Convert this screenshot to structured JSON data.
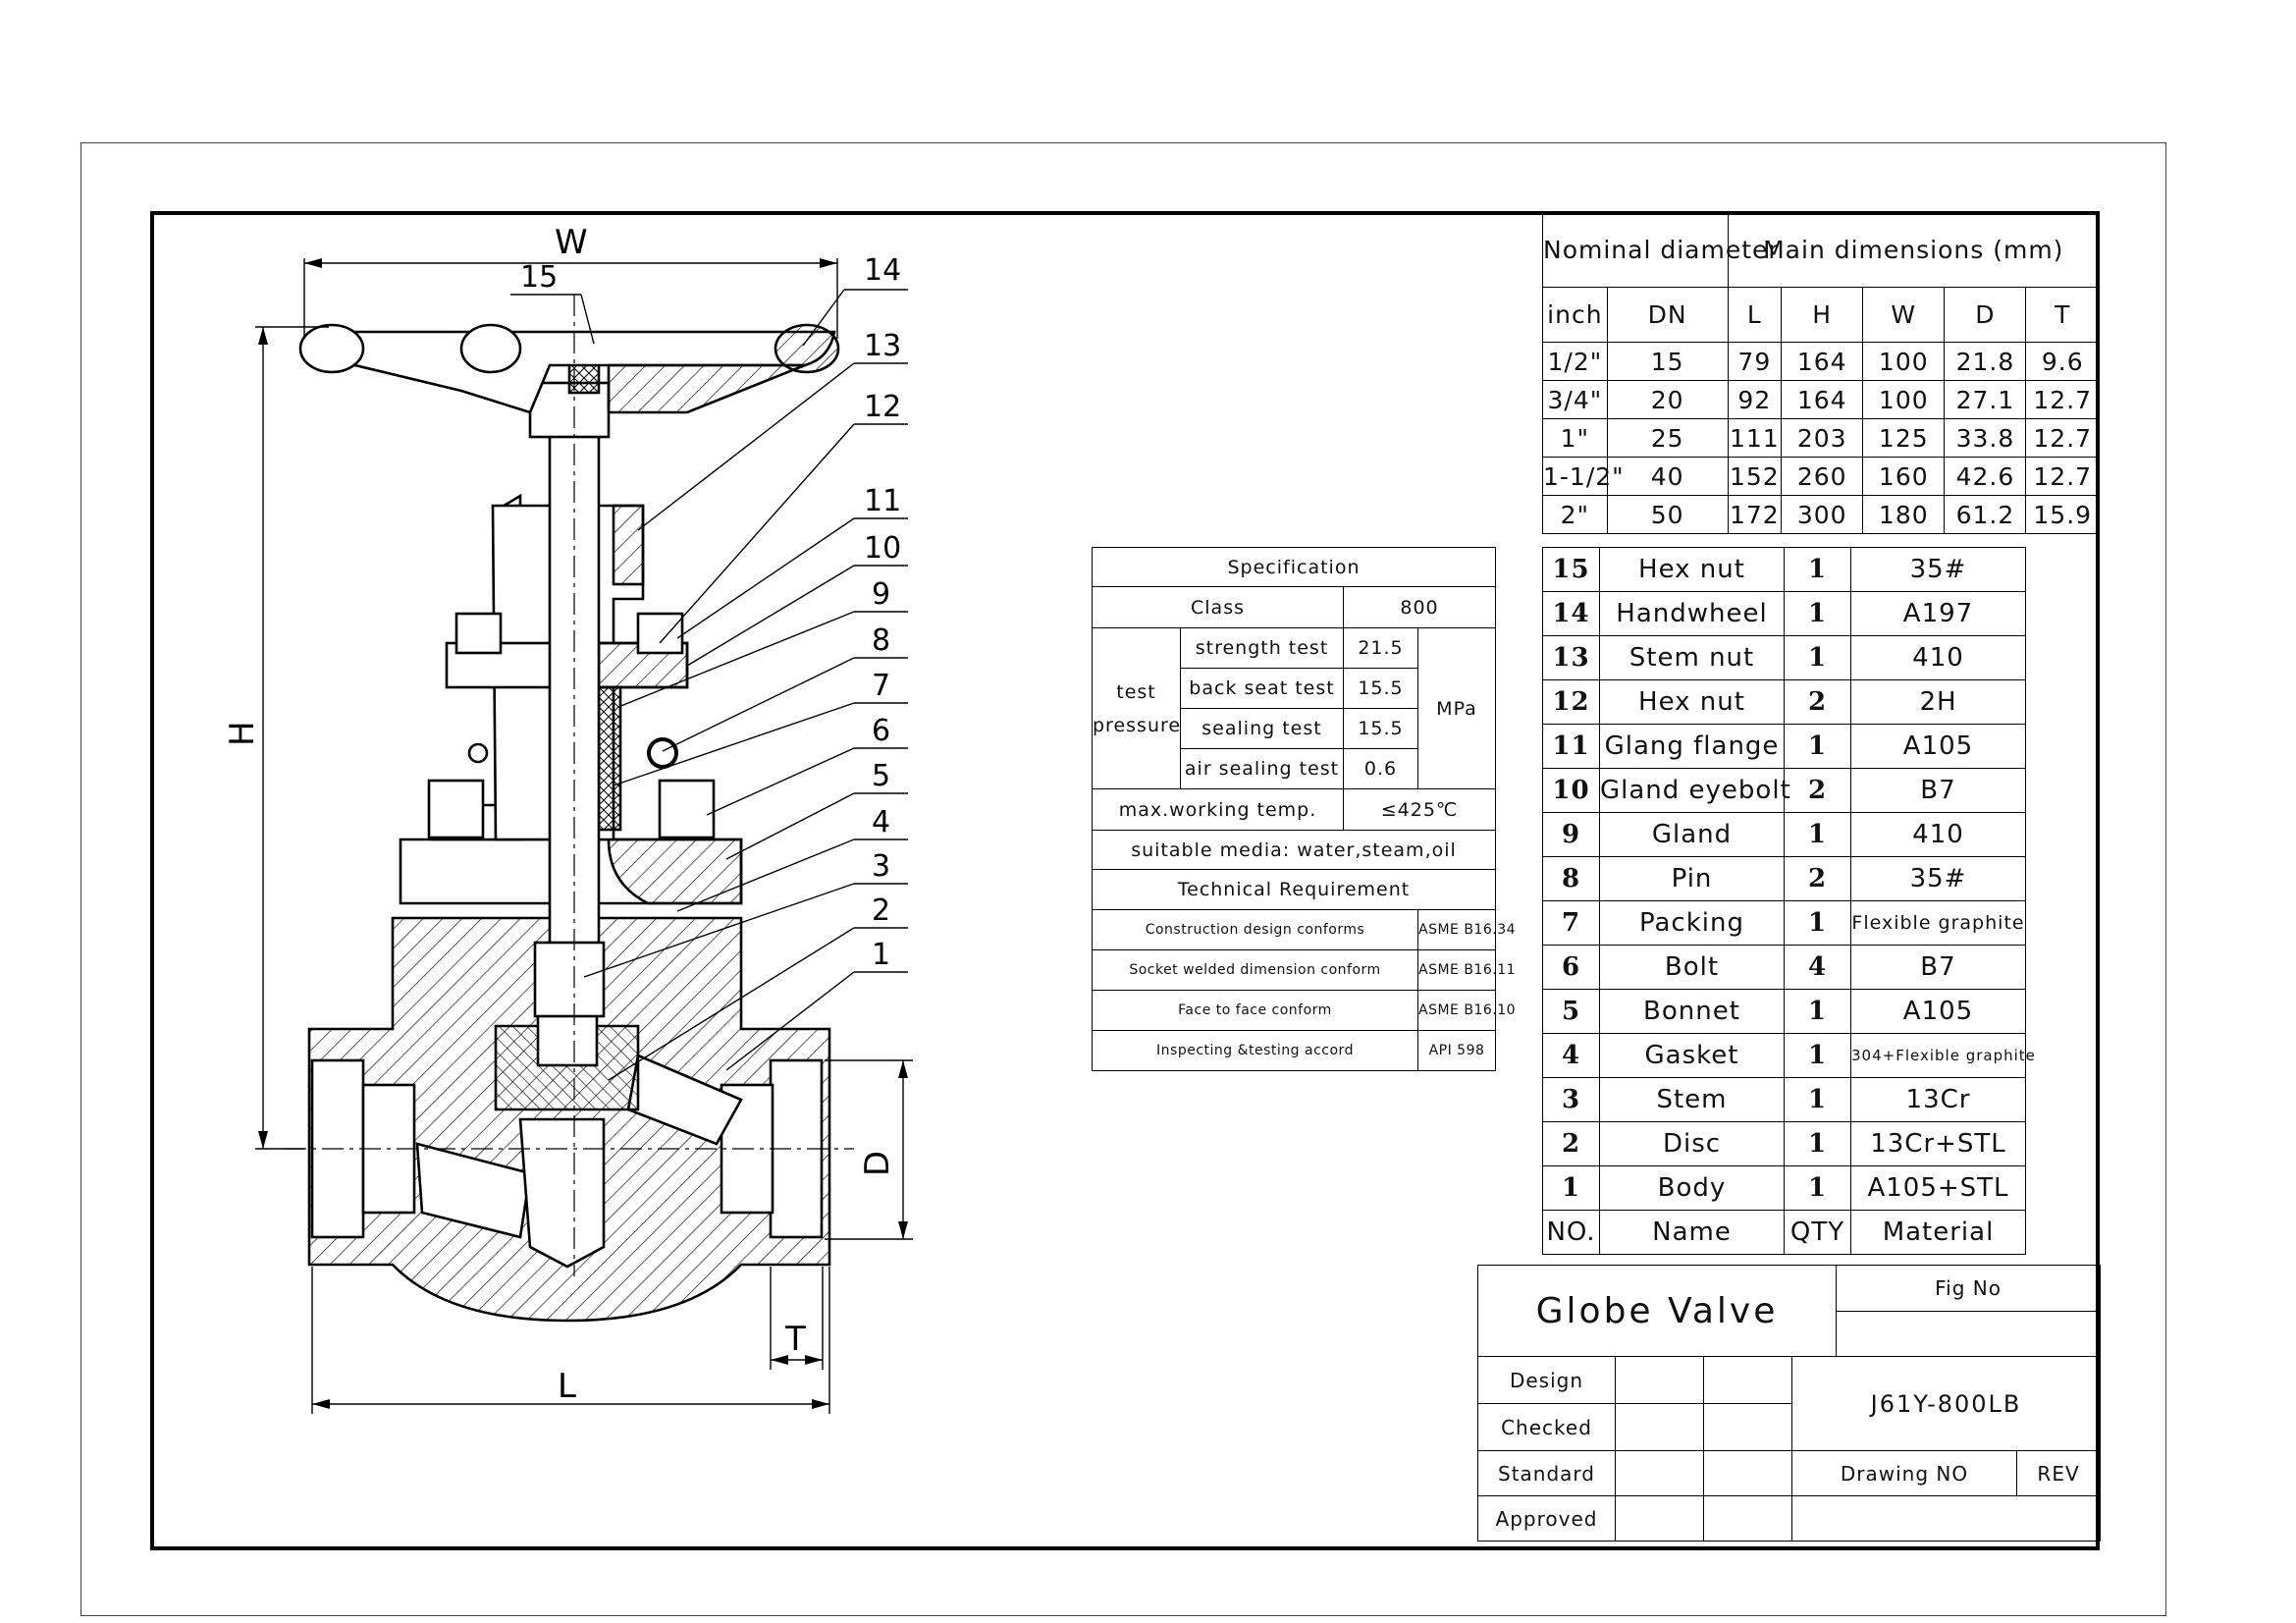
{
  "drawing": {
    "callouts": [
      "15",
      "14",
      "13",
      "12",
      "11",
      "10",
      "9",
      "8",
      "7",
      "6",
      "5",
      "4",
      "3",
      "2",
      "1"
    ],
    "dimension_labels": {
      "W": "W",
      "H": "H",
      "L": "L",
      "D": "D",
      "T": "T"
    }
  },
  "dimensions_table": {
    "header_left": "Nominal diameter",
    "header_right": "Main dimensions (mm)",
    "columns": [
      "inch",
      "DN",
      "L",
      "H",
      "W",
      "D",
      "T"
    ],
    "rows": [
      [
        "1/2\"",
        "15",
        "79",
        "164",
        "100",
        "21.8",
        "9.6"
      ],
      [
        "3/4\"",
        "20",
        "92",
        "164",
        "100",
        "27.1",
        "12.7"
      ],
      [
        "1\"",
        "25",
        "111",
        "203",
        "125",
        "33.8",
        "12.7"
      ],
      [
        "1-1/2\"",
        "40",
        "152",
        "260",
        "160",
        "42.6",
        "12.7"
      ],
      [
        "2\"",
        "50",
        "172",
        "300",
        "180",
        "61.2",
        "15.9"
      ]
    ]
  },
  "parts_list": {
    "header": [
      "NO.",
      "Name",
      "QTY",
      "Material"
    ],
    "rows": [
      [
        "15",
        "Hex nut",
        "1",
        "35#"
      ],
      [
        "14",
        "Handwheel",
        "1",
        "A197"
      ],
      [
        "13",
        "Stem nut",
        "1",
        "410"
      ],
      [
        "12",
        "Hex nut",
        "2",
        "2H"
      ],
      [
        "11",
        "Glang flange",
        "1",
        "A105"
      ],
      [
        "10",
        "Gland eyebolt",
        "2",
        "B7"
      ],
      [
        "9",
        "Gland",
        "1",
        "410"
      ],
      [
        "8",
        "Pin",
        "2",
        "35#"
      ],
      [
        "7",
        "Packing",
        "1",
        "Flexible graphite"
      ],
      [
        "6",
        "Bolt",
        "4",
        "B7"
      ],
      [
        "5",
        "Bonnet",
        "1",
        "A105"
      ],
      [
        "4",
        "Gasket",
        "1",
        "304+Flexible graphite"
      ],
      [
        "3",
        "Stem",
        "1",
        "13Cr"
      ],
      [
        "2",
        "Disc",
        "1",
        "13Cr+STL"
      ],
      [
        "1",
        "Body",
        "1",
        "A105+STL"
      ]
    ]
  },
  "specification": {
    "title": "Specification",
    "class_label": "Class",
    "class_value": "800",
    "test_pressure_label": "test pressure",
    "tests": [
      {
        "name": "strength test",
        "value": "21.5"
      },
      {
        "name": "back seat test",
        "value": "15.5"
      },
      {
        "name": "sealing test",
        "value": "15.5"
      },
      {
        "name": "air sealing test",
        "value": "0.6"
      }
    ],
    "unit": "MPa",
    "max_temp_label": "max.working temp.",
    "max_temp_value": "≤425℃",
    "media": "suitable media: water,steam,oil",
    "tech_req_title": "Technical Requirement",
    "requirements": [
      {
        "name": "Construction design conforms",
        "value": "ASME B16.34"
      },
      {
        "name": "Socket welded dimension conform",
        "value": "ASME B16.11"
      },
      {
        "name": "Face to face conform",
        "value": "ASME B16.10"
      },
      {
        "name": "Inspecting &testing accord",
        "value": "API 598"
      }
    ]
  },
  "title_block": {
    "title": "Globe Valve",
    "fig_no_label": "Fig No",
    "model": "J61Y-800LB",
    "rows": [
      "Design",
      "Checked",
      "Standard",
      "Approved"
    ],
    "drawing_no_label": "Drawing NO",
    "rev_label": "REV"
  }
}
